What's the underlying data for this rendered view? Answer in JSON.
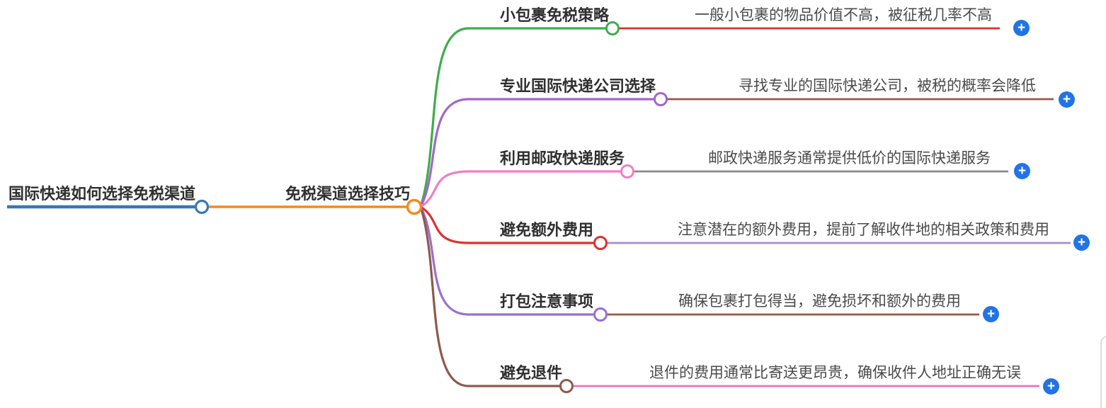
{
  "root": {
    "label": "国际快递如何选择免税渠道",
    "color": "#3579b8"
  },
  "center": {
    "label": "免税渠道选择技巧",
    "color": "#f6881f"
  },
  "plus_button": {
    "glyph": "+",
    "color": "#2273e6"
  },
  "branches": [
    {
      "label": "小包裹免税策略",
      "desc": "一般小包裹的物品价值不高，被征税几率不高",
      "color": "#3cae4a",
      "desc_color": "#e0312e"
    },
    {
      "label": "专业国际快递公司选择",
      "desc": "寻找专业的国际快递公司，被税的概率会降低",
      "color": "#a266c9",
      "desc_color": "#94594d"
    },
    {
      "label": "利用邮政快递服务",
      "desc": "邮政快递服务通常提供低价的国际快递服务",
      "color": "#ee7fc4",
      "desc_color": "#8a8a8a"
    },
    {
      "label": "避免额外费用",
      "desc": "注意潜在的额外费用，提前了解收件地的相关政策和费用",
      "color": "#e0312e",
      "desc_color": "#a78bd4"
    },
    {
      "label": "打包注意事项",
      "desc": "确保包裹打包得当，避免损坏和额外的费用",
      "color": "#9a6fd0",
      "desc_color": "#94594d"
    },
    {
      "label": "避免退件",
      "desc": "退件的费用通常比寄送更昂贵，确保收件人地址正确无误",
      "color": "#8d5a4c",
      "desc_color": "#ef6fbe"
    }
  ]
}
